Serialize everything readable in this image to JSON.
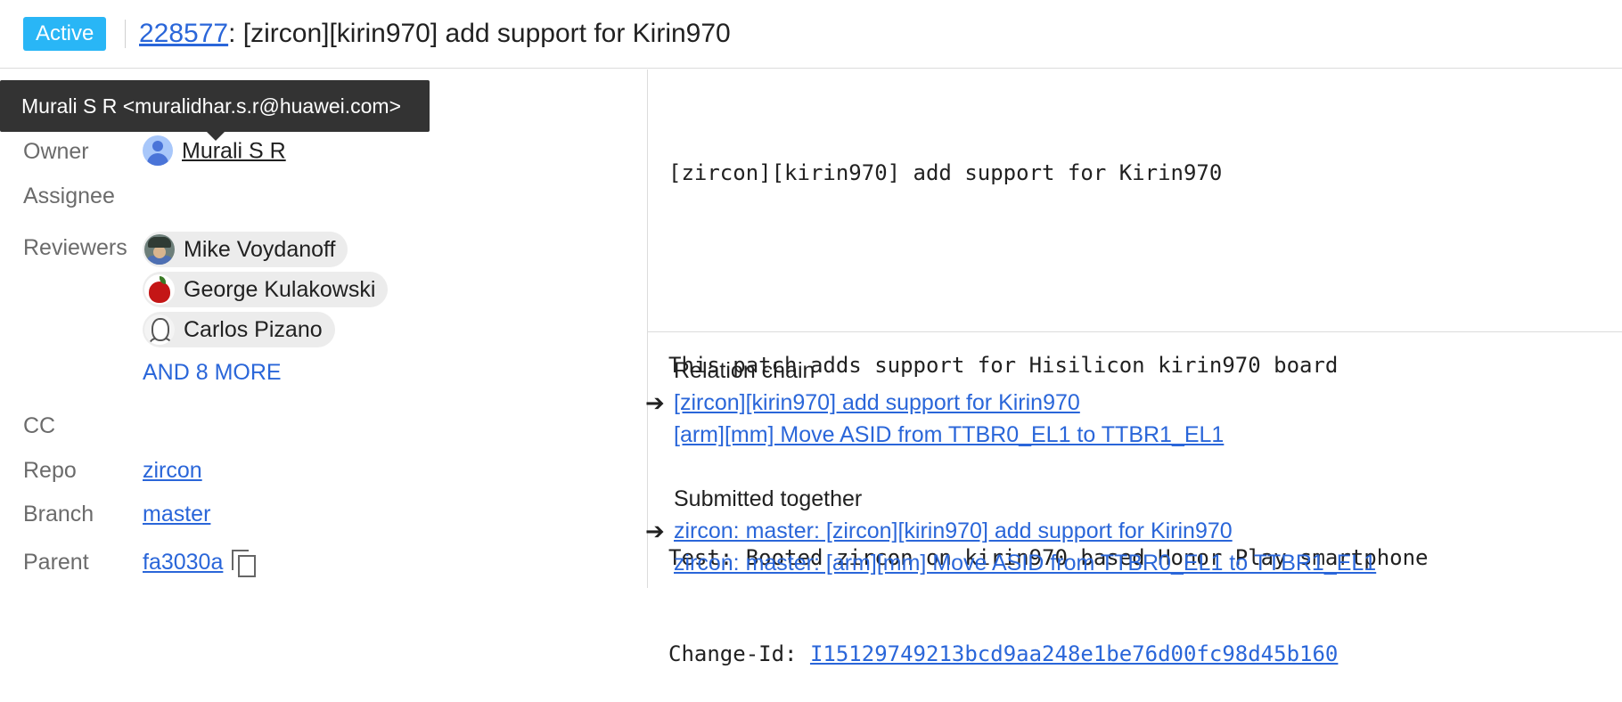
{
  "header": {
    "status_badge": "Active",
    "change_number": "228577",
    "change_title": ": [zircon][kirin970] add support for Kirin970"
  },
  "tooltip": "Murali S R <muralidhar.s.r@huawei.com>",
  "info": {
    "owner_label": "Owner",
    "owner_name": "Murali S R",
    "assignee_label": "Assignee",
    "reviewers_label": "Reviewers",
    "reviewers": [
      "Mike Voydanoff",
      "George Kulakowski",
      "Carlos Pizano"
    ],
    "more_reviewers": "AND 8 MORE",
    "cc_label": "CC",
    "repo_label": "Repo",
    "repo": "zircon",
    "branch_label": "Branch",
    "branch": "master",
    "parent_label": "Parent",
    "parent": "fa3030a"
  },
  "commit_message": {
    "subject": "[zircon][kirin970] add support for Kirin970",
    "body": "This patch adds support for Hisilicon kirin970 board",
    "test": "Test: Booted zircon on kirin970 based Honor Play smartphone",
    "change_id_label": "Change-Id: ",
    "change_id": "I15129749213bcd9aa248e1be76d00fc98d45b160"
  },
  "relation_chain": {
    "title": "Relation chain",
    "items": [
      "[zircon][kirin970] add support for Kirin970",
      "[arm][mm] Move ASID from TTBR0_EL1 to TTBR1_EL1"
    ]
  },
  "submitted_together": {
    "title": "Submitted together",
    "items": [
      "zircon: master: [zircon][kirin970] add support for Kirin970",
      "zircon: master: [arm][mm] Move ASID from TTBR0_EL1 to TTBR1_EL1"
    ]
  },
  "current_marker": "➔",
  "colors": {
    "badge": "#29b6f6",
    "link": "#2a66d9",
    "tooltip_bg": "#333333"
  },
  "icons": [
    "user-avatar-icon",
    "copy-icon",
    "arrow-right-icon"
  ]
}
